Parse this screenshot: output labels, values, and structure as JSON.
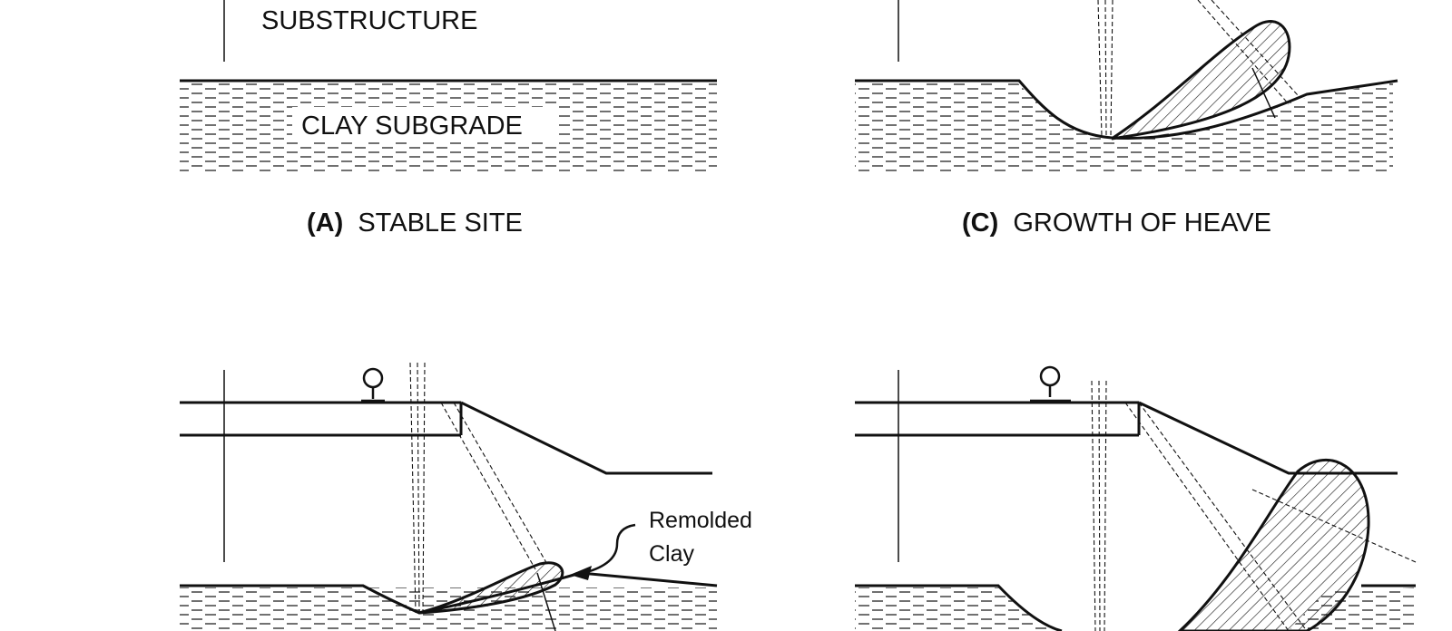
{
  "panels": {
    "a": {
      "substructure_label": "SUBSTRUCTURE",
      "clay_label": "CLAY SUBGRADE",
      "caption_letter": "(A)",
      "caption_text": "STABLE SITE"
    },
    "c": {
      "caption_letter": "(C)",
      "caption_text": "GROWTH OF HEAVE"
    },
    "b": {
      "remolded_line1": "Remolded",
      "remolded_line2": "Clay"
    },
    "d": {}
  }
}
